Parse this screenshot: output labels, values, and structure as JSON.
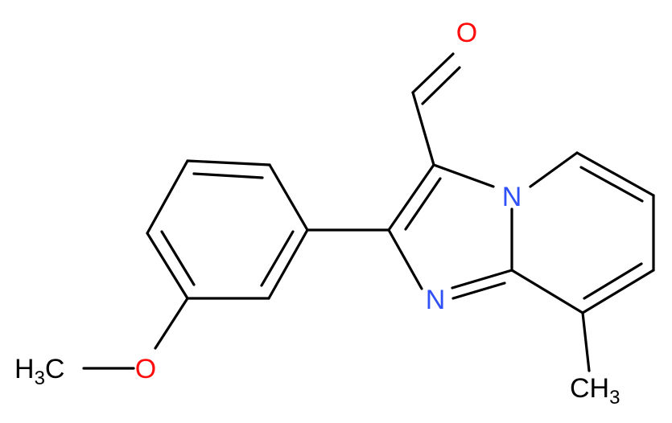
{
  "molecule": {
    "colors": {
      "bond": "#000000",
      "oxygen": "#ff0d0d",
      "nitrogen": "#3050f8",
      "carbon_label": "#000000",
      "background": "#ffffff"
    },
    "atoms": {
      "aldehyde_oxygen": {
        "symbol": "O"
      },
      "bridge_nitrogen": {
        "symbol": "N"
      },
      "ring_nitrogen": {
        "symbol": "N"
      },
      "ether_oxygen": {
        "symbol": "O"
      },
      "methoxy_methyl": {
        "prefix": "H",
        "subscript": "3",
        "suffix": "C"
      },
      "ring_methyl": {
        "prefix": "CH",
        "subscript": "3"
      }
    }
  }
}
